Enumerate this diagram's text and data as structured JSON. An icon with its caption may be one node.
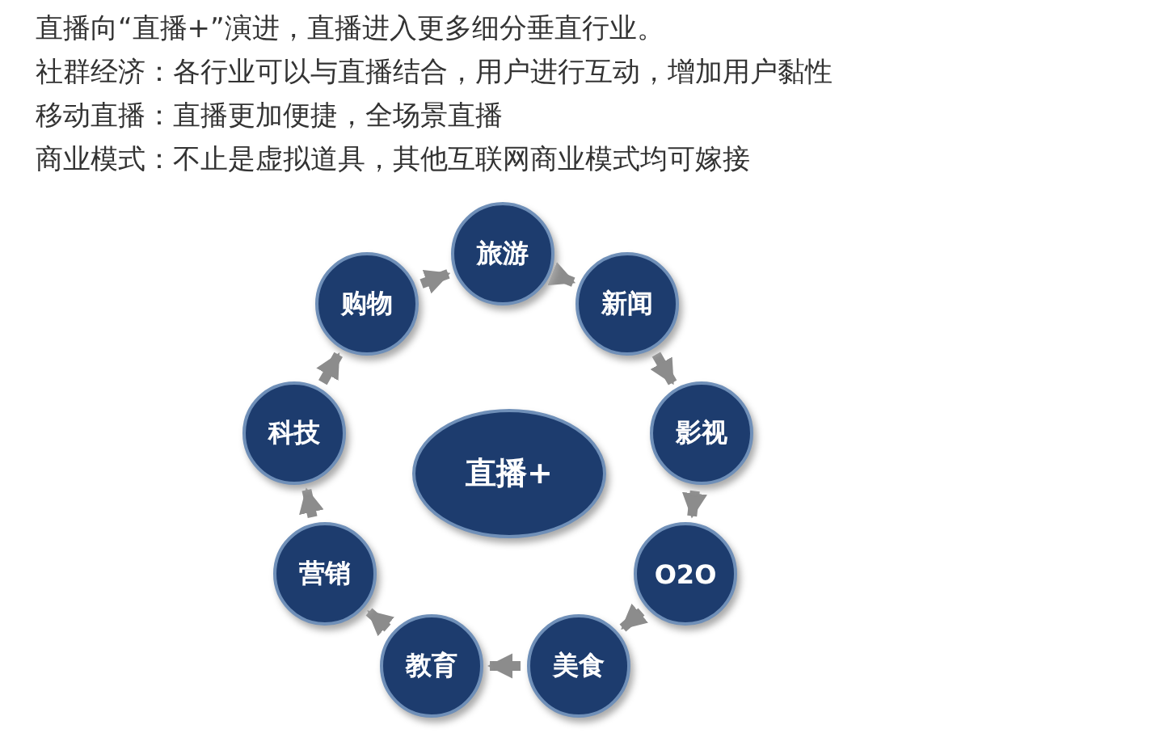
{
  "diagram": {
    "nodes": [
      {
        "text": [
          "直播+"
        ]
      },
      {
        "text": [
          "旅游"
        ]
      },
      {
        "text": [
          "新闻"
        ]
      },
      {
        "text": [
          "影视"
        ]
      },
      {
        "text": [
          "O2O"
        ]
      },
      {
        "text": [
          "美食"
        ]
      },
      {
        "text": [
          "教育"
        ]
      },
      {
        "text": [
          "营销"
        ]
      },
      {
        "text": [
          "科技"
        ]
      },
      {
        "text": [
          "购物"
        ]
      }
    ],
    "edges": [
      {
        "from": 1,
        "to": 2,
        "arrow": "to"
      },
      {
        "from": 2,
        "to": 3,
        "arrow": "to"
      },
      {
        "from": 3,
        "to": 4,
        "arrow": "to"
      },
      {
        "from": 4,
        "to": 5,
        "arrow": "to"
      },
      {
        "from": 5,
        "to": 6,
        "arrow": "to"
      },
      {
        "from": 6,
        "to": 7,
        "arrow": "to"
      },
      {
        "from": 7,
        "to": 8,
        "arrow": "to"
      },
      {
        "from": 8,
        "to": 9,
        "arrow": "to"
      },
      {
        "from": 9,
        "to": 1,
        "arrow": "to"
      }
    ],
    "labels": [
      "直播向“直播+”演进，直播进入更多细分垂直行业。",
      "社群经济：各行业可以与直播结合，用户进行互动，增加用户黏性",
      "移动直播：直播更加便捷，全场景直播",
      "商业模式：不止是虚拟道具，其他互联网商业模式均可嫁接"
    ]
  }
}
